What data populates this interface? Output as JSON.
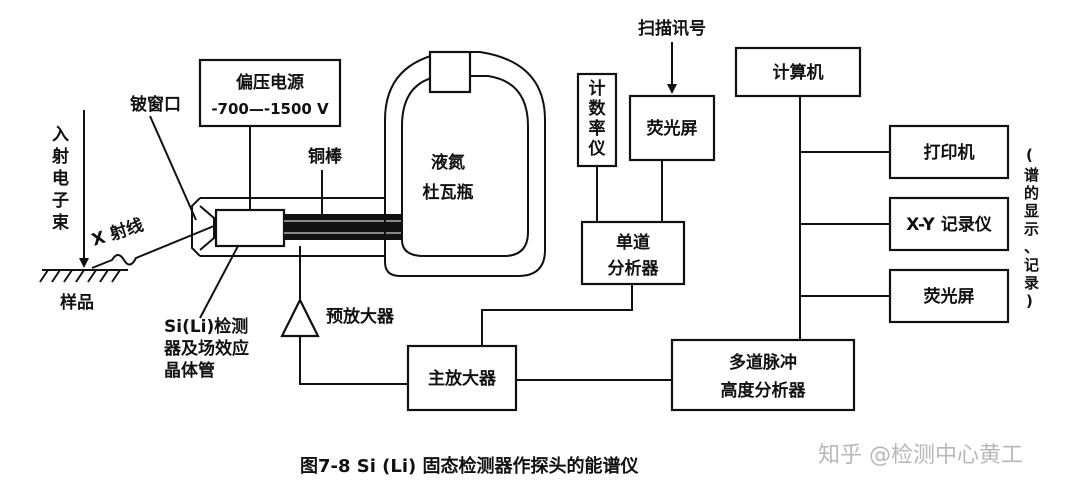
{
  "diagram": {
    "incident_beam": [
      "入",
      "射",
      "电",
      "子",
      "束"
    ],
    "sample": "样品",
    "xray": "X 射线",
    "be_window": "铍窗口",
    "bias_supply": {
      "title": "偏压电源",
      "value": "-700—-1500 V"
    },
    "copper_rod": "铜棒",
    "dewar": {
      "line1": "液氮",
      "line2": "杜瓦瓶"
    },
    "detector": [
      "Si(Li)检测",
      "器及场效应",
      "晶体管"
    ],
    "preamp": "预放大器",
    "main_amp": "主放大器",
    "ratemeter": [
      "计",
      "数",
      "率",
      "仪"
    ],
    "scan_signal": "扫描讯号",
    "screen_top": "荧光屏",
    "sca": {
      "line1": "单道",
      "line2": "分析器"
    },
    "computer": "计算机",
    "printer": "打印机",
    "xy_recorder": "X-Y 记录仪",
    "screen_right": "荧光屏",
    "mca": {
      "line1": "多道脉冲",
      "line2": "高度分析器"
    },
    "side_note": [
      "(",
      "谱",
      "的",
      "显",
      "示",
      "、",
      "记",
      "录",
      ")"
    ]
  },
  "caption": "图7-8  Si (Li) 固态检测器作探头的能谱仪",
  "watermark": "知乎 @检测中心黄工"
}
